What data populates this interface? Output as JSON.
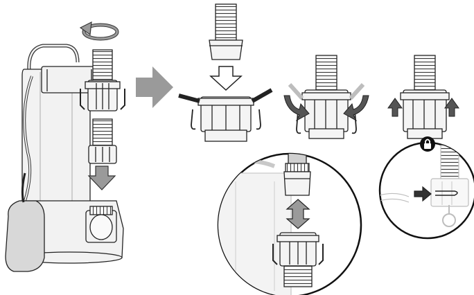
{
  "figure": {
    "kind": "assembly-instruction-illustration",
    "text_labels": [],
    "colors": {
      "line": "#222222",
      "body_fill": "#f2f2f2",
      "arrow_fill": "#9a9a9a",
      "arrow_dark": "#555555",
      "ghost_line": "#bdbdbd",
      "lock_badge": "#111111",
      "lock_glyph": "#ffffff"
    }
  },
  "steps": [
    {
      "id": "pump-unscrew",
      "icons": [
        "rotate-arrow-icon",
        "down-arrow-icon"
      ]
    },
    {
      "id": "proceed",
      "icons": [
        "right-arrow-icon"
      ]
    },
    {
      "id": "insert-hose",
      "icons": [
        "down-arrow-icon"
      ]
    },
    {
      "id": "close-levers",
      "icons": [
        "curved-arrow-icon",
        "curved-arrow-icon"
      ]
    },
    {
      "id": "secure-pins",
      "icons": [
        "up-arrow-icon",
        "up-arrow-icon",
        "lock-icon"
      ]
    }
  ],
  "details": [
    {
      "id": "pump-connection-detail",
      "icons": [
        "up-down-arrow-icon"
      ]
    },
    {
      "id": "pin-detail",
      "icons": [
        "right-arrow-icon"
      ]
    }
  ]
}
